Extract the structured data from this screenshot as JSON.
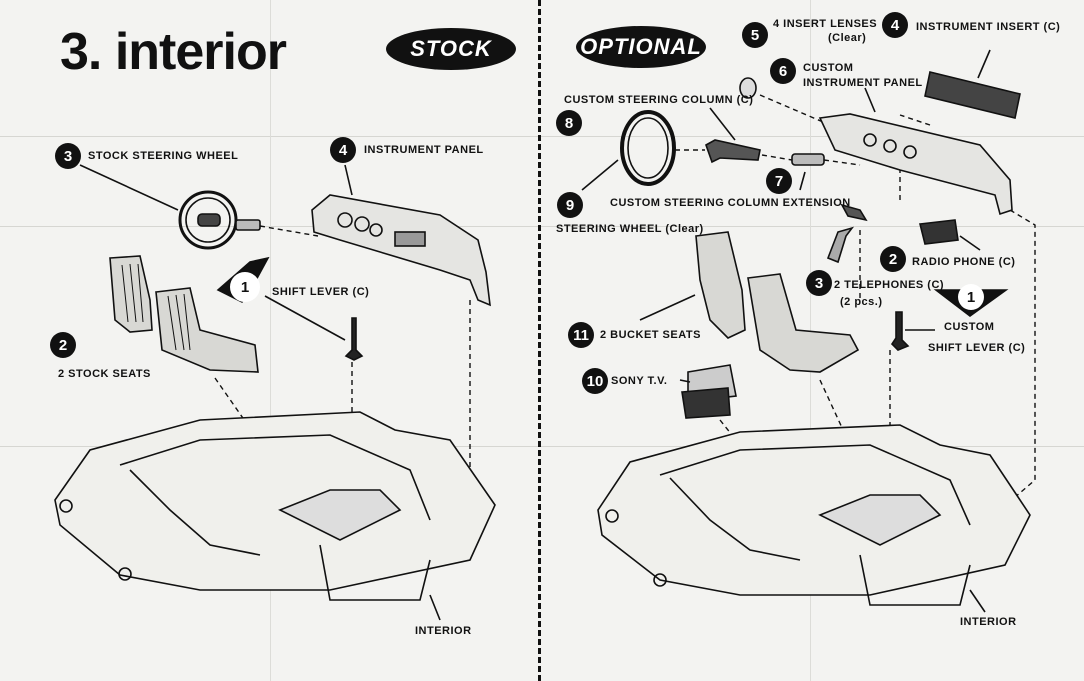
{
  "title": "3. interior",
  "stock": {
    "badge": "STOCK",
    "parts": [
      {
        "num": "3",
        "label": "STOCK STEERING WHEEL"
      },
      {
        "num": "4",
        "label": "INSTRUMENT PANEL"
      },
      {
        "num": "1",
        "label": "SHIFT LEVER (C)"
      },
      {
        "num": "2",
        "label": "2 STOCK SEATS"
      }
    ],
    "interior_label": "INTERIOR"
  },
  "optional": {
    "badge": "OPTIONAL",
    "parts": [
      {
        "num": "5",
        "label": "4 INSERT LENSES",
        "sub": "(Clear)"
      },
      {
        "num": "4",
        "label": "INSTRUMENT INSERT (C)"
      },
      {
        "num": "6",
        "label": "CUSTOM",
        "sub": "INSTRUMENT PANEL"
      },
      {
        "num": "8",
        "label": "CUSTOM STEERING COLUMN (C)"
      },
      {
        "num": "7",
        "label": "CUSTOM STEERING COLUMN EXTENSION"
      },
      {
        "num": "9",
        "label": "STEERING WHEEL (Clear)"
      },
      {
        "num": "2",
        "label": "RADIO PHONE (C)"
      },
      {
        "num": "3",
        "label": "2 TELEPHONES (C)",
        "sub": "(2 pcs.)"
      },
      {
        "num": "1",
        "label": "CUSTOM",
        "sub": "SHIFT LEVER (C)"
      },
      {
        "num": "11",
        "label": "2 BUCKET SEATS"
      },
      {
        "num": "10",
        "label": "SONY T.V."
      }
    ],
    "interior_label": "INTERIOR"
  }
}
